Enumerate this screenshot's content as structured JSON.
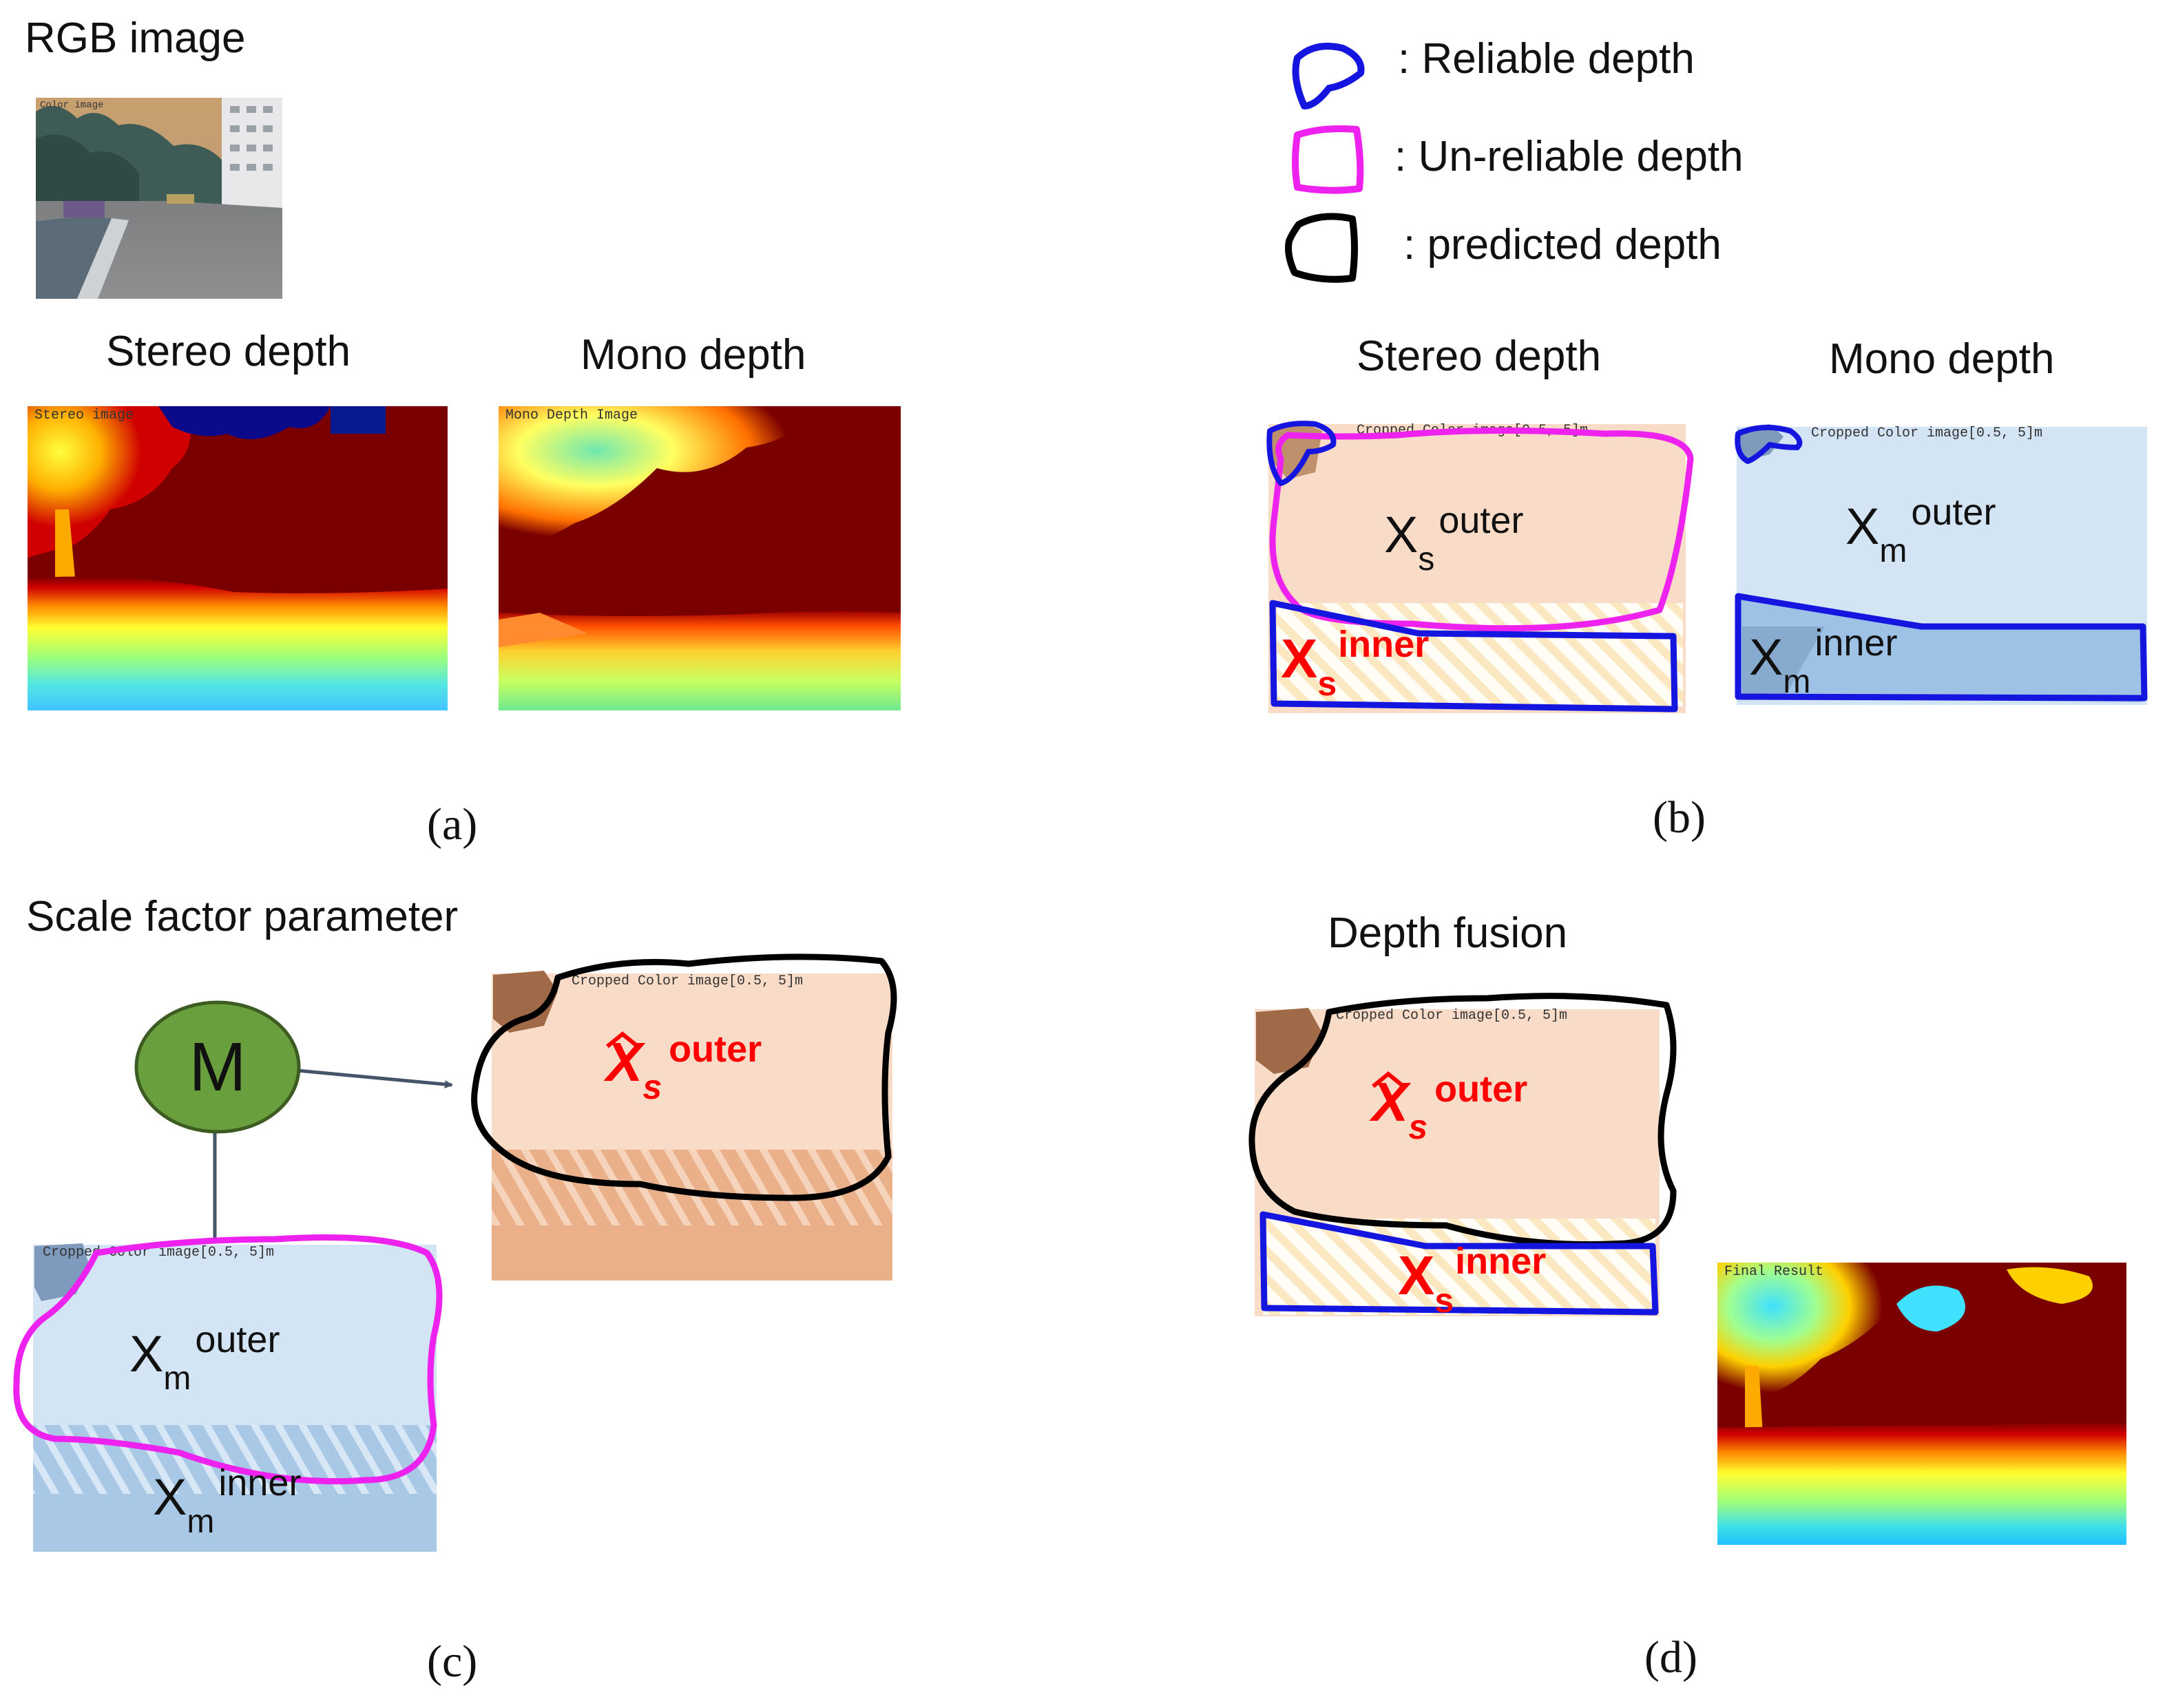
{
  "panel_a": {
    "rgb_title": "RGB image",
    "rgb_tiny_label": "Color image",
    "stereo_title": "Stereo depth",
    "stereo_tiny_label": "Stereo image",
    "mono_title": "Mono depth",
    "mono_tiny_label": "Mono Depth Image",
    "caption": "(a)"
  },
  "panel_b": {
    "legend": {
      "reliable": ": Reliable depth",
      "unreliable": ": Un-reliable depth",
      "predicted": ": predicted depth"
    },
    "stereo_title": "Stereo depth",
    "mono_title": "Mono depth",
    "tiny_label": "Cropped Color image[0.5, 5]m",
    "xs_outer": {
      "base": "X",
      "sub": "s",
      "sup": "outer"
    },
    "xs_inner": {
      "base": "X",
      "sub": "s",
      "sup": "inner"
    },
    "xm_outer": {
      "base": "X",
      "sub": "m",
      "sup": "outer"
    },
    "xm_inner": {
      "base": "X",
      "sub": "m",
      "sup": "inner"
    },
    "caption": "(b)"
  },
  "panel_c": {
    "title": "Scale factor parameter",
    "node_label": "M",
    "tiny_label": "Cropped Color image[0.5, 5]m",
    "xs_hat_outer": {
      "base": "X",
      "sub": "s",
      "sup": "outer"
    },
    "xm_outer": {
      "base": "X",
      "sub": "m",
      "sup": "outer"
    },
    "xm_inner": {
      "base": "X",
      "sub": "m",
      "sup": "inner"
    },
    "caption": "(c)"
  },
  "panel_d": {
    "title": "Depth fusion",
    "tiny_label": "Cropped Color image[0.5, 5]m",
    "final_tiny_label": "Final Result",
    "xs_hat_outer": {
      "base": "X",
      "sub": "s",
      "sup": "outer"
    },
    "xs_inner": {
      "base": "X",
      "sub": "s",
      "sup": "inner"
    },
    "caption": "(d)"
  },
  "colors": {
    "reliable": "#1515e0",
    "unreliable": "#ee22ee",
    "predicted": "#000000",
    "red_text": "#ff0000",
    "stereo_bg": "#f9dcc8",
    "mono_bg": "#d3e4f4",
    "node_fill": "#6a9f3e"
  }
}
